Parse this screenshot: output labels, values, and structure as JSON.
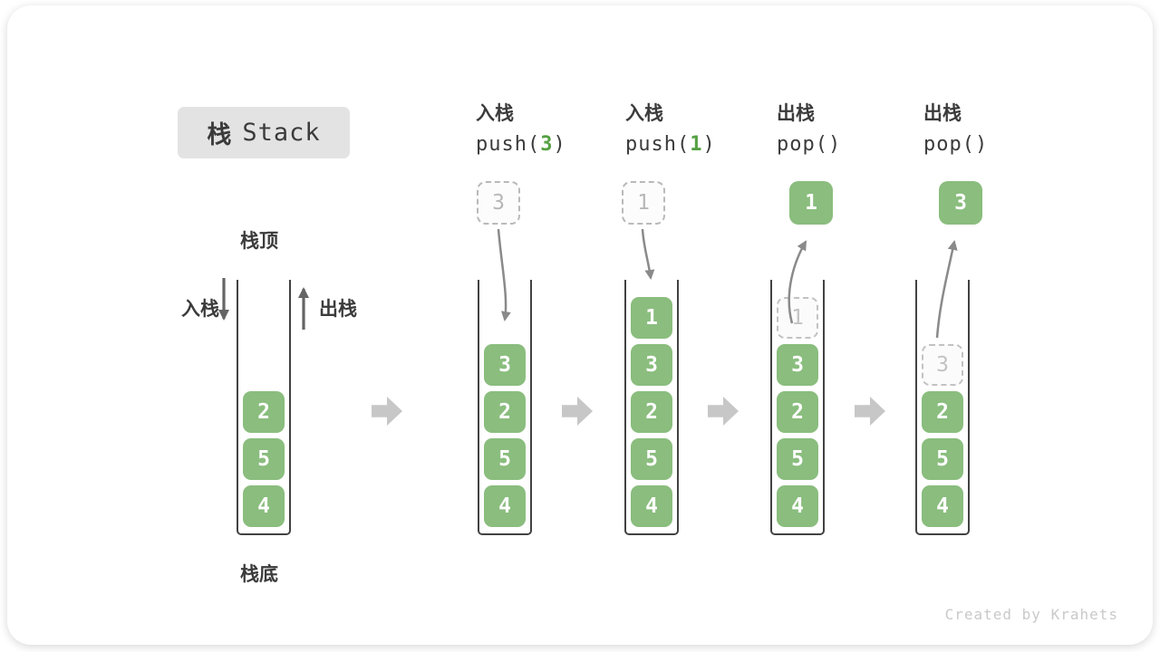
{
  "title": {
    "zh": "栈",
    "en": "Stack"
  },
  "side": {
    "top_label": "栈顶",
    "bottom_label": "栈底",
    "push_label": "入栈",
    "pop_label": "出栈"
  },
  "operations": [
    {
      "zh": "入栈",
      "code_pre": "push(",
      "code_arg": "3",
      "code_post": ")"
    },
    {
      "zh": "入栈",
      "code_pre": "push(",
      "code_arg": "1",
      "code_post": ")"
    },
    {
      "zh": "出栈",
      "code_pre": "pop(",
      "code_arg": "",
      "code_post": ")"
    },
    {
      "zh": "出栈",
      "code_pre": "pop(",
      "code_arg": "",
      "code_post": ")"
    }
  ],
  "floating_boxes": [
    {
      "value": "3",
      "style": "dashed"
    },
    {
      "value": "1",
      "style": "dashed"
    },
    {
      "value": "1",
      "style": "solid"
    },
    {
      "value": "3",
      "style": "solid"
    }
  ],
  "stacks": [
    {
      "boxes": [
        {
          "value": "2"
        },
        {
          "value": "5"
        },
        {
          "value": "4"
        }
      ]
    },
    {
      "boxes": [
        {
          "value": "3"
        },
        {
          "value": "2"
        },
        {
          "value": "5"
        },
        {
          "value": "4"
        }
      ]
    },
    {
      "boxes": [
        {
          "value": "1"
        },
        {
          "value": "3"
        },
        {
          "value": "2"
        },
        {
          "value": "5"
        },
        {
          "value": "4"
        }
      ]
    },
    {
      "boxes": [
        {
          "value": "1",
          "ghost": true
        },
        {
          "value": "3"
        },
        {
          "value": "2"
        },
        {
          "value": "5"
        },
        {
          "value": "4"
        }
      ]
    },
    {
      "boxes": [
        {
          "value": "3",
          "ghost": true
        },
        {
          "value": "2"
        },
        {
          "value": "5"
        },
        {
          "value": "4"
        }
      ]
    }
  ],
  "footer": {
    "credit": "Created by Krahets"
  },
  "colors": {
    "box_green": "#8abd7e",
    "code_arg_green": "#55a043",
    "container_border": "#424242",
    "flow_arrow_gray": "#8a8a8a",
    "block_arrow_gray": "#c7c7c7"
  }
}
